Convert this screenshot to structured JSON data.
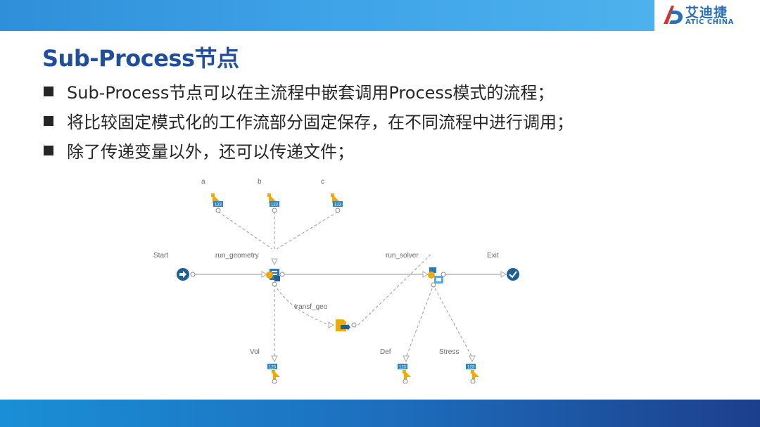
{
  "header": {
    "logo_cn": "艾迪捷",
    "logo_en": "ATIC CHINA",
    "accent": "#3fa4e8",
    "logo_color": "#2a6fb8"
  },
  "slide": {
    "title": "Sub-Process节点",
    "bullets": [
      "Sub-Process节点可以在主流程中嵌套调用Process模式的流程；",
      "将比较固定模式化的工作流部分固定保存，在不同流程中进行调用；",
      "除了传递变量以外，还可以传递文件；"
    ]
  },
  "diagram": {
    "inputs": {
      "a": "a",
      "b": "b",
      "c": "c"
    },
    "nodes": {
      "start": "Start",
      "run_geometry": "run_geometry",
      "run_solver": "run_solver",
      "exit": "Exit",
      "transf_geo": "transf_geo"
    },
    "outputs": {
      "vol": "Vol",
      "def": "Def",
      "stress": "Stress"
    },
    "var_badge": "123"
  }
}
